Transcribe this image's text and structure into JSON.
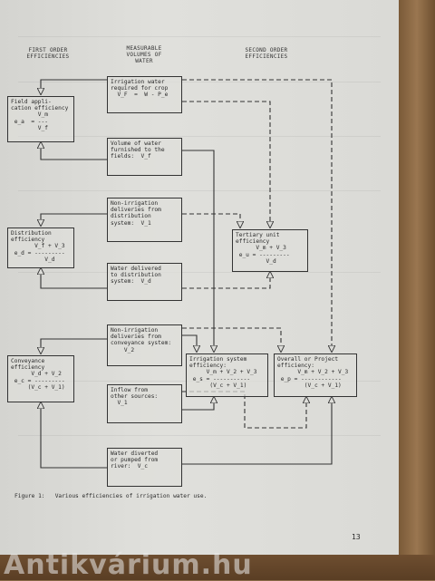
{
  "headers": {
    "first_order": "FIRST ORDER\nEFFICIENCIES",
    "measurable": "MEASURABLE\nVOLUMES OF\nWATER",
    "second_order": "SECOND ORDER\nEFFICIENCIES"
  },
  "boxes": {
    "irrigation_required": "Irrigation water\nrequired for crop\n  V_F  =  W - P_e",
    "field_efficiency": "Field appli-\ncation efficiency\n        V_m\n e_a  = ---\n        V_f",
    "volume_furnished": "Volume of water\nfurnished to the\nfields:  V_f",
    "non_irrigation_distribution": "Non-irrigation\ndeliveries from\ndistribution\nsystem:  V_1",
    "distribution_efficiency": "Distribution\nefficiency\n       V_f + V_3\n e_d = ---------\n          V_d",
    "tertiary_efficiency": "Tertiary unit\nefficiency\n      V_m + V_3\n e_u = ---------\n         V_d",
    "water_delivered": "Water delivered\nto distribution\nsystem:  V_d",
    "non_irrigation_conveyance": "Non-irrigation\ndeliveries from\nconveyance system:\n    V_2",
    "conveyance_efficiency": "Conveyance\nefficiency\n      V_d + V_2\n e_c = ---------\n     (V_c + V_1)",
    "irrigation_system_efficiency": "Irrigation system\nefficiency:\n     V_m + V_2 + V_3\n e_s = -----------\n      (V_c + V_1)",
    "overall_efficiency": "Overall or Project\nefficiency:\n      V_m + V_2 + V_3\n e_p = ------------\n        (V_c + V_1)",
    "inflow": "Inflow from\nother sources:\n  V_1",
    "water_diverted": "Water diverted\nor pumped from\nriver:  V_c"
  },
  "caption": "Figure 1:   Various efficiencies of irrigation water use.",
  "page_number": "13",
  "watermark": "Antikvárium.hu",
  "colors": {
    "ink": "#333333",
    "page": "#dcdcd8",
    "spine": "#8a6a48"
  }
}
